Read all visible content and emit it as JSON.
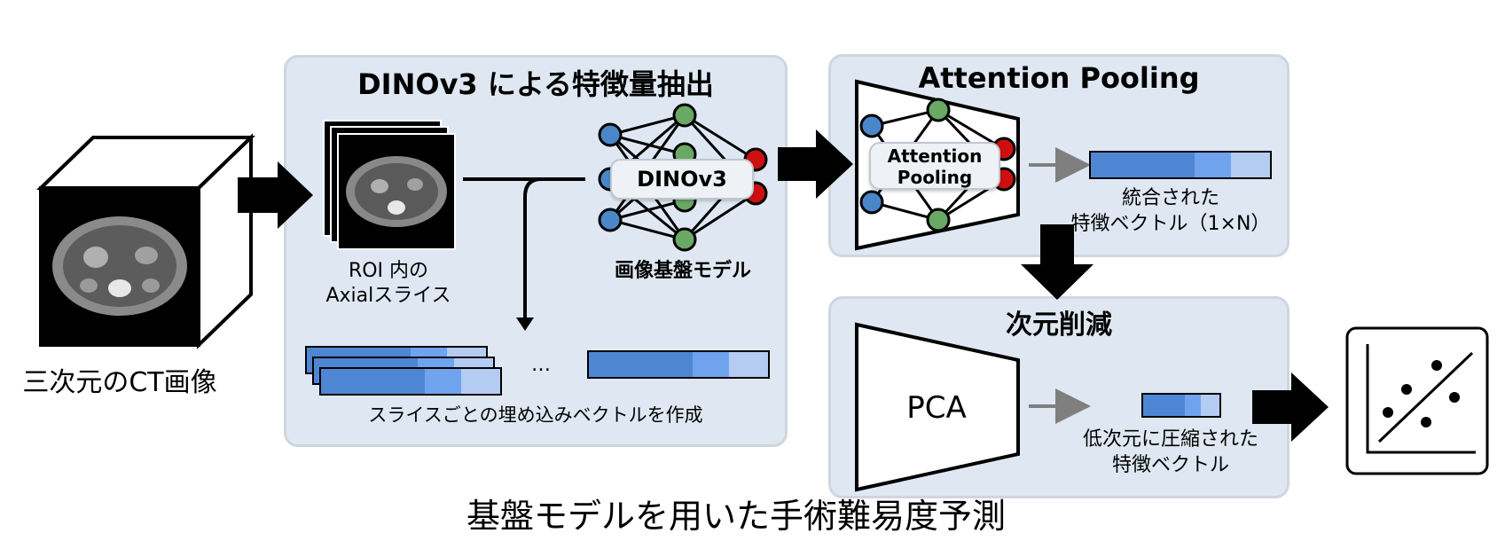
{
  "panels": {
    "dino": {
      "title": "DINOv3 による特徴量抽出"
    },
    "attention": {
      "title": "Attention Pooling"
    },
    "reduction": {
      "title": "次元削減"
    }
  },
  "labels": {
    "ct_image": "三次元のCT画像",
    "roi_line1": "ROI 内の",
    "roi_line2": "Axialスライス",
    "dino_model": "DINOv3",
    "foundation_model": "画像基盤モデル",
    "ellipsis": "…",
    "slice_embeddings": "スライスごとの埋め込みベクトルを作成",
    "attn_line1": "Attention",
    "attn_line2": "Pooling",
    "integrated_line1": "統合された",
    "integrated_line2": "特徴ベクトル（1×N）",
    "pca": "PCA",
    "compressed_line1": "低次元に圧縮された",
    "compressed_line2": "特徴ベクトル",
    "main_title": "基盤モデルを用いた手術難易度予測"
  },
  "colors": {
    "panel_bg": "#dfe8f2",
    "node_blue": "#4a86c8",
    "node_green": "#6aa865",
    "node_red": "#cc1010",
    "bar_dark": "#4f86d4",
    "bar_mid": "#6fa3ee",
    "bar_light": "#b5ccf2"
  },
  "icons": [
    "ct-cube-icon",
    "neural-network-icon",
    "scatter-plot-icon",
    "arrow-icon"
  ]
}
